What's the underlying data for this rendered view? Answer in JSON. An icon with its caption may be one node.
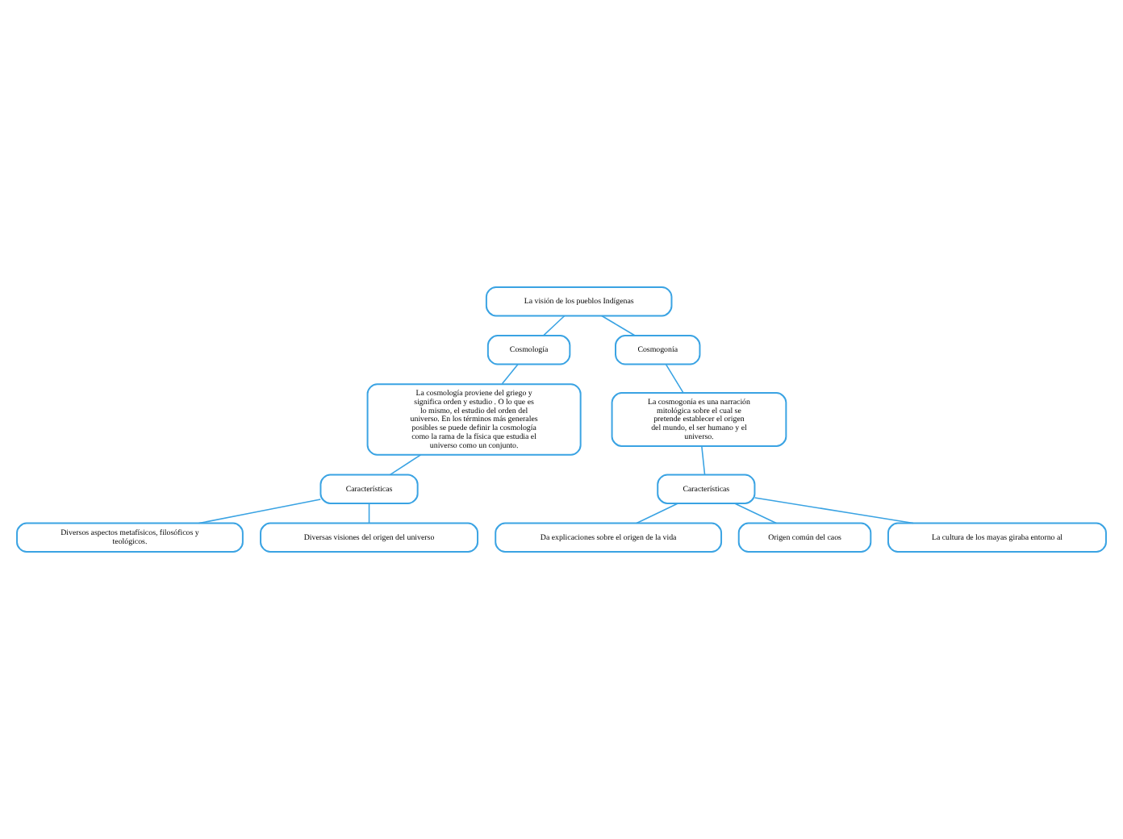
{
  "diagram": {
    "nodes": [
      {
        "text": [
          "La visión de los pueblos Indígenas"
        ]
      },
      {
        "text": [
          "Cosmología"
        ]
      },
      {
        "text": [
          "La cosmología proviene del griego y significa orden y estudio . O lo que es lo mismo, el estudio del orden del universo. En los términos más generales posibles se puede definir la cosmología como la rama de la física que estudia el universo como un conjunto."
        ]
      },
      {
        "text": [
          "Características"
        ]
      },
      {
        "text": [
          "Diversos aspectos metafísicos, filosóficos y teológicos."
        ]
      },
      {
        "text": [
          "Diversas visiones del origen del universo"
        ]
      },
      {
        "text": [
          "Cosmogonía"
        ]
      },
      {
        "text": [
          "La cosmogonía es una narración mitológica sobre el cual se pretende establecer el origen del mundo, el ser humano y el universo."
        ]
      },
      {
        "text": [
          "Características"
        ]
      },
      {
        "text": [
          "Da explicaciones sobre el origen de la vida"
        ]
      },
      {
        "text": [
          "Origen común del caos"
        ]
      },
      {
        "text": [
          "La cultura de los mayas giraba entorno al"
        ]
      }
    ],
    "edges": [
      {
        "from": 0,
        "to": 1,
        "arrow": "none"
      },
      {
        "from": 1,
        "to": 2,
        "arrow": "none"
      },
      {
        "from": 2,
        "to": 3,
        "arrow": "none"
      },
      {
        "from": 3,
        "to": 4,
        "arrow": "none"
      },
      {
        "from": 3,
        "to": 5,
        "arrow": "none"
      },
      {
        "from": 0,
        "to": 6,
        "arrow": "none"
      },
      {
        "from": 6,
        "to": 7,
        "arrow": "none"
      },
      {
        "from": 7,
        "to": 8,
        "arrow": "none"
      },
      {
        "from": 8,
        "to": 9,
        "arrow": "none"
      },
      {
        "from": 8,
        "to": 10,
        "arrow": "none"
      },
      {
        "from": 8,
        "to": 11,
        "arrow": "none"
      }
    ]
  }
}
